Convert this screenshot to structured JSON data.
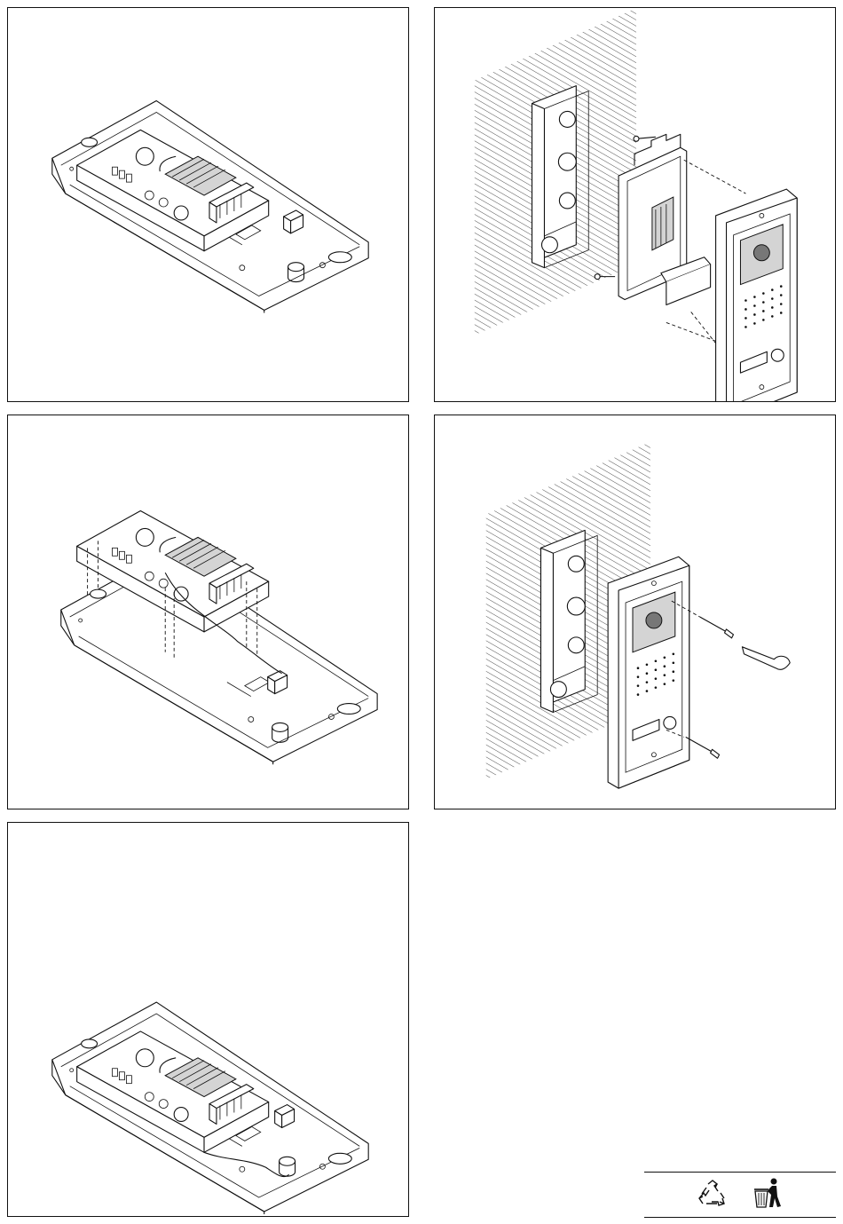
{
  "page": {
    "panels": [
      {
        "id": "p1",
        "figure": "unit-on-base"
      },
      {
        "id": "p2",
        "figure": "flush-box-exploded"
      },
      {
        "id": "p3",
        "figure": "unit-lifted-off-base"
      },
      {
        "id": "p4",
        "figure": "front-panel-fixing"
      },
      {
        "id": "p5",
        "figure": "unit-on-base-wired"
      }
    ]
  },
  "footer": {
    "icons": [
      "recycle-icon",
      "bin-disposal-icon"
    ]
  }
}
